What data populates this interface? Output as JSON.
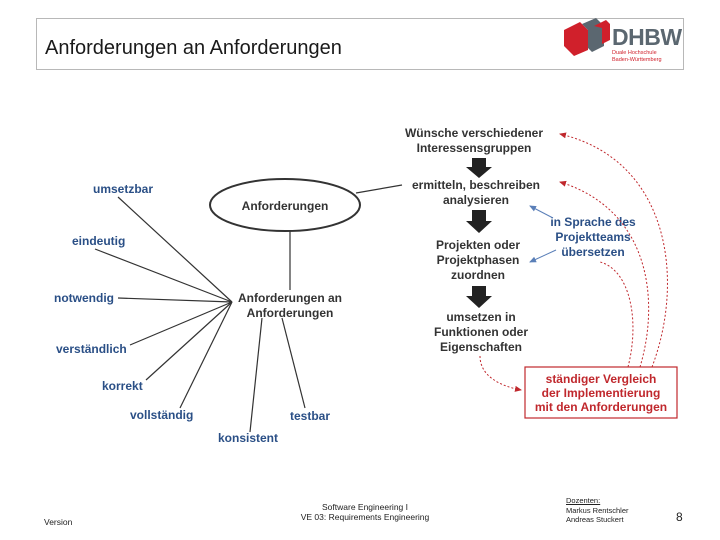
{
  "slide": {
    "title": "Anforderungen an Anforderungen",
    "page_number": "8"
  },
  "logo": {
    "text": "DHBW",
    "sub_line1": "Duale Hochschule",
    "sub_line2": "Baden-Württemberg",
    "colors": {
      "red": "#d0202b",
      "gray": "#5b6770"
    }
  },
  "diagram": {
    "central_ellipse": "Anforderungen",
    "hub": {
      "line1": "Anforderungen an",
      "line2": "Anforderungen"
    },
    "criteria": [
      "umsetzbar",
      "eindeutig",
      "notwendig",
      "verständlich",
      "korrekt",
      "vollständig",
      "konsistent",
      "testbar"
    ],
    "process_steps": [
      {
        "line1": "Wünsche verschiedener",
        "line2": "Interessensgruppen"
      },
      {
        "line1": "ermitteln, beschreiben",
        "line2": "analysieren"
      },
      {
        "line1": "Projekten oder",
        "line2": "Projektphasen",
        "line3": "zuordnen"
      },
      {
        "line1": "umsetzen in",
        "line2": "Funktionen oder",
        "line3": "Eigenschaften"
      }
    ],
    "translate_note": {
      "line1": "in Sprache des",
      "line2": "Projektteams",
      "line3": "übersetzen"
    },
    "comparison_box": {
      "line1": "ständiger Vergleich",
      "line2": "der Implementierung",
      "line3": "mit den Anforderungen"
    },
    "colors": {
      "criteria_text": "#2a4f86",
      "lines": "#333333",
      "feedback": "#c0282d",
      "note_arrows": "#5a7fb8"
    }
  },
  "footer": {
    "version": "Version",
    "course_line1": "Software Engineering I",
    "course_line2": "VE 03: Requirements Engineering",
    "lecturers_label": "Dozenten:",
    "lecturer1": "Markus Rentschler",
    "lecturer2": "Andreas Stuckert"
  }
}
